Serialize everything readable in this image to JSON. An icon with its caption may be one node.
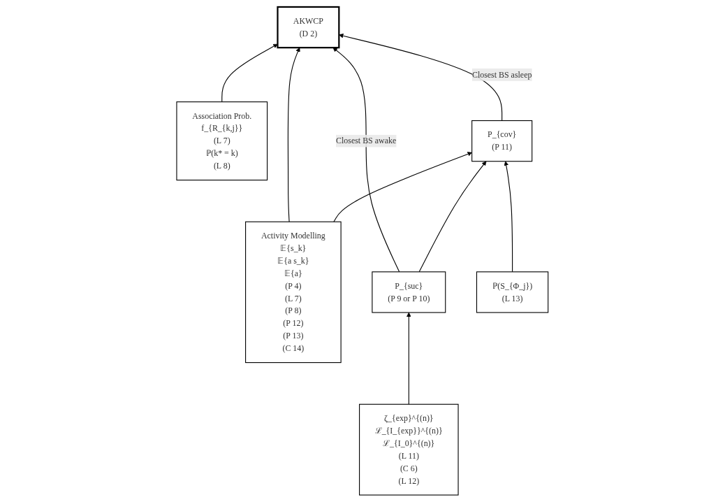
{
  "diagram": {
    "nodes": [
      {
        "text": [
          "Association Prob.",
          "f_{R_{k,j}}",
          "(L 7)",
          "ℙ(k* = k)",
          "(L 8)"
        ]
      },
      {
        "text": [
          "AKWCP",
          "(D 2)"
        ]
      },
      {
        "text": [
          "Activity Modelling",
          "𝔼{s_k}",
          "𝔼{a s_k}",
          "𝔼{a}",
          "(P 4)",
          "(L 7)",
          "(P 8)",
          "(P 12)",
          "(P 13)",
          "(C 14)"
        ]
      },
      {
        "text": [
          "P_{suc}",
          "(P 9 or P 10)"
        ]
      },
      {
        "text": [
          "P_{cov}",
          "(P 11)"
        ]
      },
      {
        "text": [
          "ζ_{exp}^{(n)}",
          "ℒ_{I_{exp}}^{(n)}",
          "ℒ_{I_0}^{(n)}",
          "(L 11)",
          "(C 6)",
          "(L 12)"
        ]
      },
      {
        "text": [
          "ℙ(S_{Φ_j})",
          "(L 13)"
        ]
      }
    ],
    "edges": [
      {
        "from": 0,
        "to": 1,
        "arrow": "to"
      },
      {
        "from": 2,
        "to": 1,
        "arrow": "to"
      },
      {
        "from": 3,
        "to": 1,
        "arrow": "to",
        "label": "Closest BS awake"
      },
      {
        "from": 4,
        "to": 1,
        "arrow": "to",
        "label": "Closest BS asleep"
      },
      {
        "from": 3,
        "to": 4,
        "arrow": "to"
      },
      {
        "from": 2,
        "to": 4,
        "arrow": "to"
      },
      {
        "from": 5,
        "to": 3,
        "arrow": "to"
      },
      {
        "from": 6,
        "to": 4,
        "arrow": "to"
      }
    ]
  }
}
